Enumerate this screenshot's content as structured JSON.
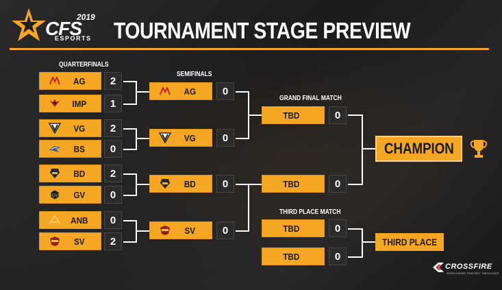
{
  "header": {
    "logo_year": "2019",
    "logo_text": "CFS",
    "logo_sub": "ESPORTS",
    "title": "TOURNAMENT STAGE PREVIEW"
  },
  "stages": {
    "quarterfinals": "QUARTERFINALS",
    "semifinals": "SEMIFINALS",
    "grand_final": "GRAND FINAL MATCH",
    "third_place": "THIRD PLACE MATCH"
  },
  "quarterfinals": [
    {
      "team": "AG",
      "score": "2"
    },
    {
      "team": "IMP",
      "score": "1"
    },
    {
      "team": "VG",
      "score": "2"
    },
    {
      "team": "BS",
      "score": "0"
    },
    {
      "team": "BD",
      "score": "2"
    },
    {
      "team": "GV",
      "score": "0"
    },
    {
      "team": "ANB",
      "score": "0"
    },
    {
      "team": "SV",
      "score": "2"
    }
  ],
  "semifinals": [
    {
      "team": "AG",
      "score": "0"
    },
    {
      "team": "VG",
      "score": "0"
    },
    {
      "team": "BD",
      "score": "0"
    },
    {
      "team": "SV",
      "score": "0"
    }
  ],
  "grand_final": [
    {
      "team": "TBD",
      "score": "0"
    },
    {
      "team": "TBD",
      "score": "0"
    }
  ],
  "third_place": [
    {
      "team": "TBD",
      "score": "0"
    },
    {
      "team": "TBD",
      "score": "0"
    }
  ],
  "champion_label": "CHAMPION",
  "third_place_label": "THIRD PLACE",
  "footer_logo": "CROSSFIRE",
  "footer_logo_sub": "WORLDWIDE TENCENT SMILEGATE",
  "colors": {
    "accent": "#f5a623",
    "score_bg": "#2b2b2c",
    "line": "#ffffff"
  },
  "icons": {
    "AG": "ag-team-logo-icon",
    "IMP": "imp-team-logo-icon",
    "VG": "vg-team-logo-icon",
    "BS": "bs-team-logo-icon",
    "BD": "bd-team-logo-icon",
    "GV": "gv-team-logo-icon",
    "ANB": "anb-team-logo-icon",
    "SV": "sv-team-logo-icon",
    "trophy": "trophy-icon"
  }
}
